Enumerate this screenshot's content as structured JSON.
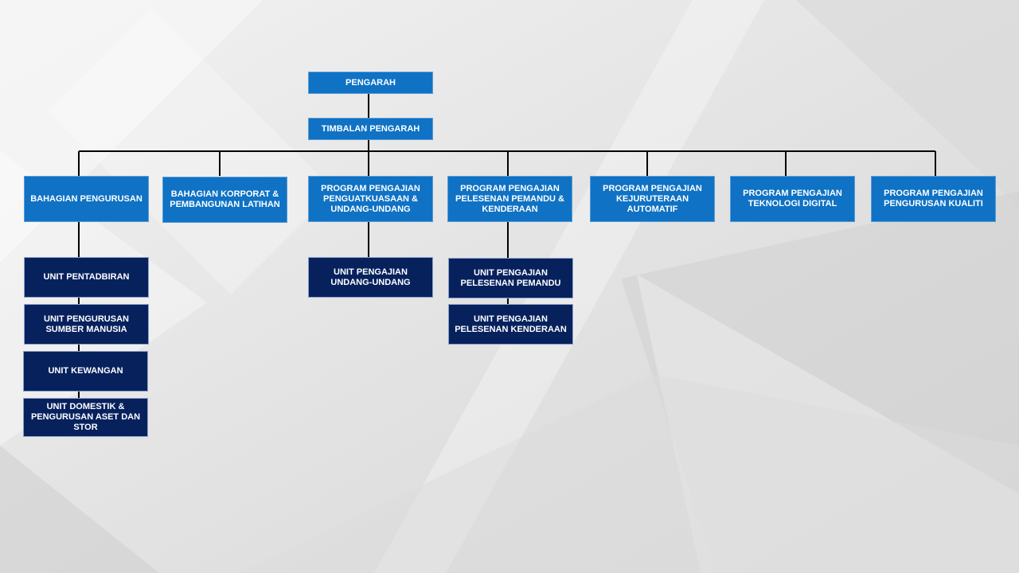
{
  "org_chart": {
    "director": "PENGARAH",
    "deputy": "TIMBALAN PENGARAH",
    "divisions": [
      {
        "label": "BAHAGIAN PENGURUSAN",
        "units": [
          "UNIT PENTADBIRAN",
          "UNIT PENGURUSAN SUMBER MANUSIA",
          "UNIT KEWANGAN",
          "UNIT  DOMESTIK & PENGURUSAN ASET DAN STOR"
        ]
      },
      {
        "label": "BAHAGIAN KORPORAT & PEMBANGUNAN LATIHAN",
        "units": []
      },
      {
        "label": "PROGRAM PENGAJIAN PENGUATKUASAAN & UNDANG-UNDANG",
        "units": [
          "UNIT PENGAJIAN UNDANG-UNDANG"
        ]
      },
      {
        "label": "PROGRAM PENGAJIAN PELESENAN PEMANDU & KENDERAAN",
        "units": [
          "UNIT PENGAJIAN PELESENAN PEMANDU",
          "UNIT PENGAJIAN PELESENAN KENDERAAN"
        ]
      },
      {
        "label": "PROGRAM PENGAJIAN KEJURUTERAAN AUTOMATIF",
        "units": []
      },
      {
        "label": "PROGRAM PENGAJIAN TEKNOLOGI DIGITAL",
        "units": []
      },
      {
        "label": "PROGRAM PENGAJIAN PENGURUSAN KUALITI",
        "units": []
      }
    ]
  },
  "colors": {
    "division_box": "#0f72c4",
    "unit_box": "#07215d",
    "connector": "#000000",
    "background": "#e6e6e6"
  }
}
